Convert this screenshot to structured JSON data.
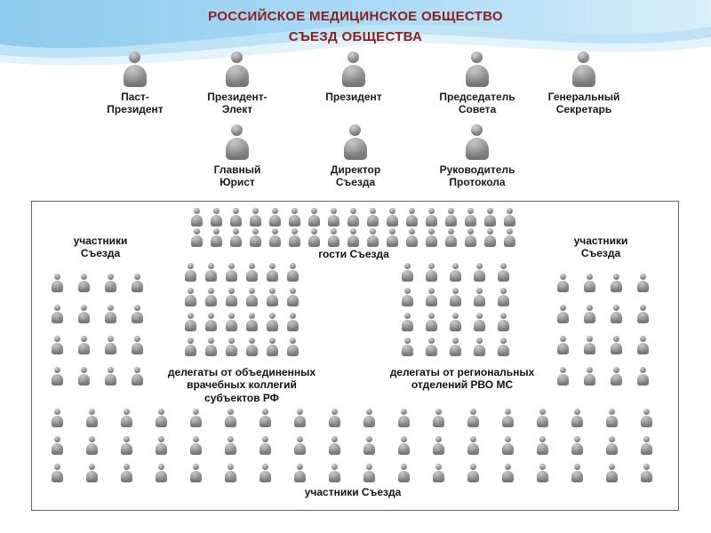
{
  "slide": {
    "title_line1": "РОССИЙСКОЕ МЕДИЦИНСКОЕ ОБЩЕСТВО",
    "title_line2": "СЪЕЗД ОБЩЕСТВА",
    "title_color": "#8b1e1e"
  },
  "officials": {
    "color": "#b04a2e",
    "row1": [
      {
        "label": "Паст-\nПрезидент"
      },
      {
        "label": "Президент-\nЭлект"
      },
      {
        "label": "Президент"
      },
      {
        "label": "Председатель\nСовета"
      },
      {
        "label": "Генеральный\nСекретарь"
      }
    ],
    "row2": [
      {
        "label": "Главный\nЮрист"
      },
      {
        "label": "Директор\nСъезда"
      },
      {
        "label": "Руководитель\nПротокола"
      }
    ]
  },
  "congress": {
    "groups": {
      "guests": {
        "label": "гости Съезда",
        "color": "#b5cd9c",
        "rows": 2,
        "cols": 17
      },
      "left_participants": {
        "label": "участники\nСъезда",
        "color": "#cfa82a",
        "rows": 4,
        "cols": 4
      },
      "right_participants": {
        "label": "участники\nСъезда",
        "color": "#cfa82a",
        "rows": 4,
        "cols": 4
      },
      "green_delegates": {
        "label": "делегаты от объединенных\nврачебных коллегий\nсубъектов РФ",
        "color": "#2e9035",
        "rows": 4,
        "cols": 6
      },
      "blue_delegates": {
        "label": "делегаты от региональных\nотделений РВО МС",
        "color": "#4e629e",
        "rows": 4,
        "cols": 5
      },
      "bottom_participants": {
        "label": "участники Съезда",
        "color": "#cfa82a",
        "rows": 3,
        "cols": 18
      }
    }
  }
}
